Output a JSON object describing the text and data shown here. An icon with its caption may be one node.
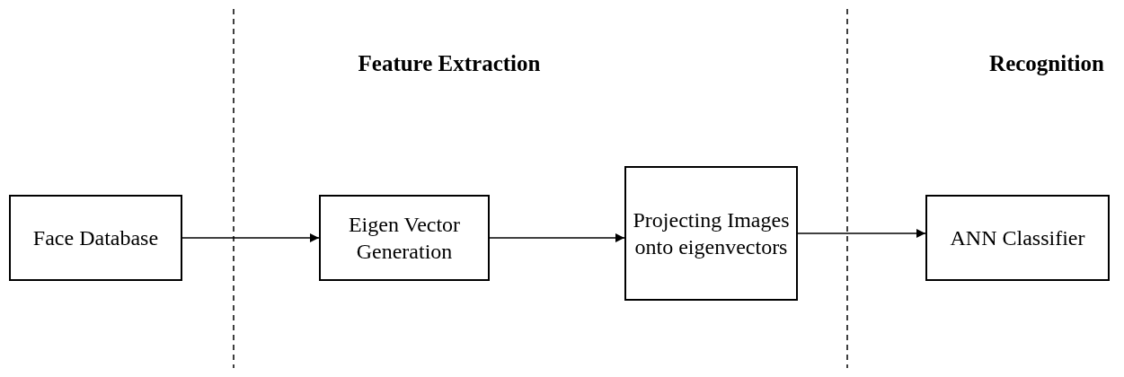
{
  "diagram": {
    "nodes": [
      {
        "text": [
          "Face Database"
        ]
      },
      {
        "text": [
          "Eigen Vector Generation"
        ]
      },
      {
        "text": [
          "Projecting Images onto eigenvectors"
        ]
      },
      {
        "text": [
          "ANN Classifier"
        ]
      }
    ],
    "edges": [
      {
        "from": 0,
        "to": 1,
        "arrow": "to"
      },
      {
        "from": 1,
        "to": 2,
        "arrow": "to"
      },
      {
        "from": 2,
        "to": 3,
        "arrow": "to"
      }
    ],
    "labels": [
      "Feature Extraction",
      "Recognition"
    ]
  }
}
